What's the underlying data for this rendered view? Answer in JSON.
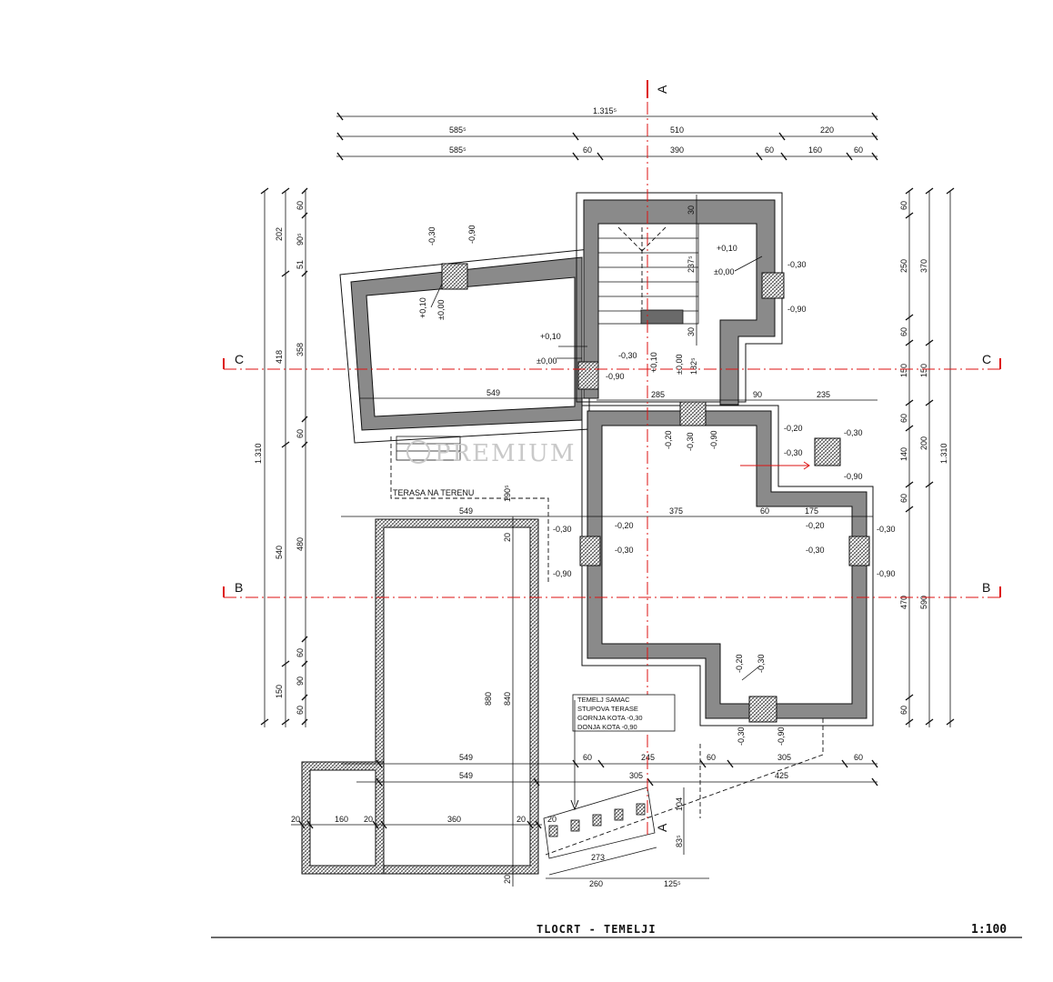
{
  "dimensions": {
    "top": {
      "overall": "1.315⁵",
      "row2": [
        "585⁵",
        "510",
        "220"
      ],
      "row3": [
        "585⁵",
        "60",
        "390",
        "60",
        "160",
        "60"
      ]
    },
    "left": {
      "overall": "1.310",
      "outer": [
        "202",
        "418",
        "540",
        "150"
      ],
      "inner": [
        "60",
        "51",
        "358",
        "60",
        "480",
        "60",
        "90",
        "60"
      ],
      "small": "90⁵"
    },
    "right": {
      "overall": "1.310",
      "outer": [
        "370",
        "150",
        "200",
        "590"
      ],
      "inner": [
        "60",
        "250",
        "60",
        "60",
        "140",
        "60",
        "470",
        "60"
      ]
    },
    "interior": {
      "d549a": "549",
      "d549b": "549",
      "d375": "375",
      "d60a": "60",
      "d175": "175",
      "d285": "285",
      "d90": "90",
      "d235": "235",
      "d237": "237⁵",
      "d30": "30",
      "d182": "182⁵",
      "d190": "190⁵",
      "d20a": "20",
      "d20b": "20",
      "d880": "880",
      "d840": "840",
      "d104": "104",
      "d83": "83⁵",
      "d273": "273",
      "d260": "260",
      "d125": "125⁵",
      "d90b": "90"
    },
    "bottom": {
      "row1": [
        "549",
        "60",
        "245",
        "60",
        "305",
        "60"
      ],
      "row2": [
        "549",
        "305",
        "425"
      ],
      "row3": [
        "20",
        "160",
        "20",
        "360",
        "20"
      ],
      "row4": "20"
    }
  },
  "levels": {
    "p010": "+0,10",
    "z000": "±0,00",
    "m030": "-0,30",
    "m090": "-0,90",
    "m020": "-0,20"
  },
  "sections": {
    "A": "A",
    "B": "B",
    "C": "C"
  },
  "labels": {
    "terrace": "TERASA NA TERENU",
    "note": [
      "TEMELJ SAMAC",
      "STUPOVA TERASE",
      "GORNJA KOTA -0,30",
      "DONJA KOTA -0,90"
    ],
    "watermark": "PREMIUM",
    "title": "TLOCRT - TEMELJI",
    "scale": "1:100"
  }
}
